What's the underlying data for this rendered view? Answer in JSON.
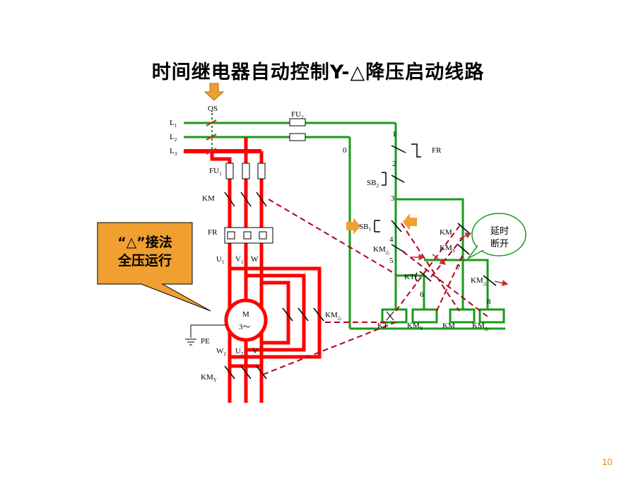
{
  "title": "时间继电器自动控制Y-△降压启动线路",
  "page_number": "10",
  "colors": {
    "power": "#ff0000",
    "control": "#1a9a1a",
    "signal": "#b00020",
    "accent": "#f0a030"
  },
  "labels": {
    "qs": "QS",
    "l1": "L",
    "l2": "L",
    "l3": "L",
    "l1_sub": "1",
    "l2_sub": "2",
    "l3_sub": "3",
    "fu1": "FU",
    "fu1_sub": "1",
    "fu2": "FU",
    "fu2_sub": "2",
    "km_main": "KM",
    "fr_main": "FR",
    "u1": "U",
    "u1_sub": "1",
    "v1": "V",
    "v1_sub": "1",
    "w1": "W",
    "motor_m": "M",
    "motor_3": "3～",
    "pe": "PE",
    "w2": "W",
    "w2_sub": "2",
    "u2": "U",
    "u2_sub": "2",
    "v2": "V",
    "km_y": "KM",
    "km_y_sub": "Y",
    "km_delta": "KM",
    "km_delta_sub": "△",
    "node0": "0",
    "node1": "1",
    "node2": "2",
    "node3": "3",
    "node4": "4",
    "node5": "5",
    "node6": "6",
    "node7": "7",
    "node8": "8",
    "fr_ctrl": "FR",
    "sb2": "SB",
    "sb2_sub": "2",
    "sb1": "SB",
    "sb1_sub": "1",
    "km_delta_ctrl": "KM",
    "km_delta_ctrl_sub": "△",
    "km_ctrl": "KM",
    "km_y_ctrl": "KM",
    "km_y_ctrl_sub": "Y",
    "kt_contact": "KT",
    "km_delta2": "KM",
    "km_delta2_sub": "△",
    "coil_kt": "KT",
    "coil_kmy": "KM",
    "coil_kmy_sub": "Y",
    "coil_km": "KM",
    "coil_kmd": "KM",
    "coil_kmd_sub": "△"
  },
  "callout_delta": {
    "line1": "“△”接法",
    "line2": "全压运行"
  },
  "callout_delay": {
    "line1": "延时",
    "line2": "断开"
  }
}
